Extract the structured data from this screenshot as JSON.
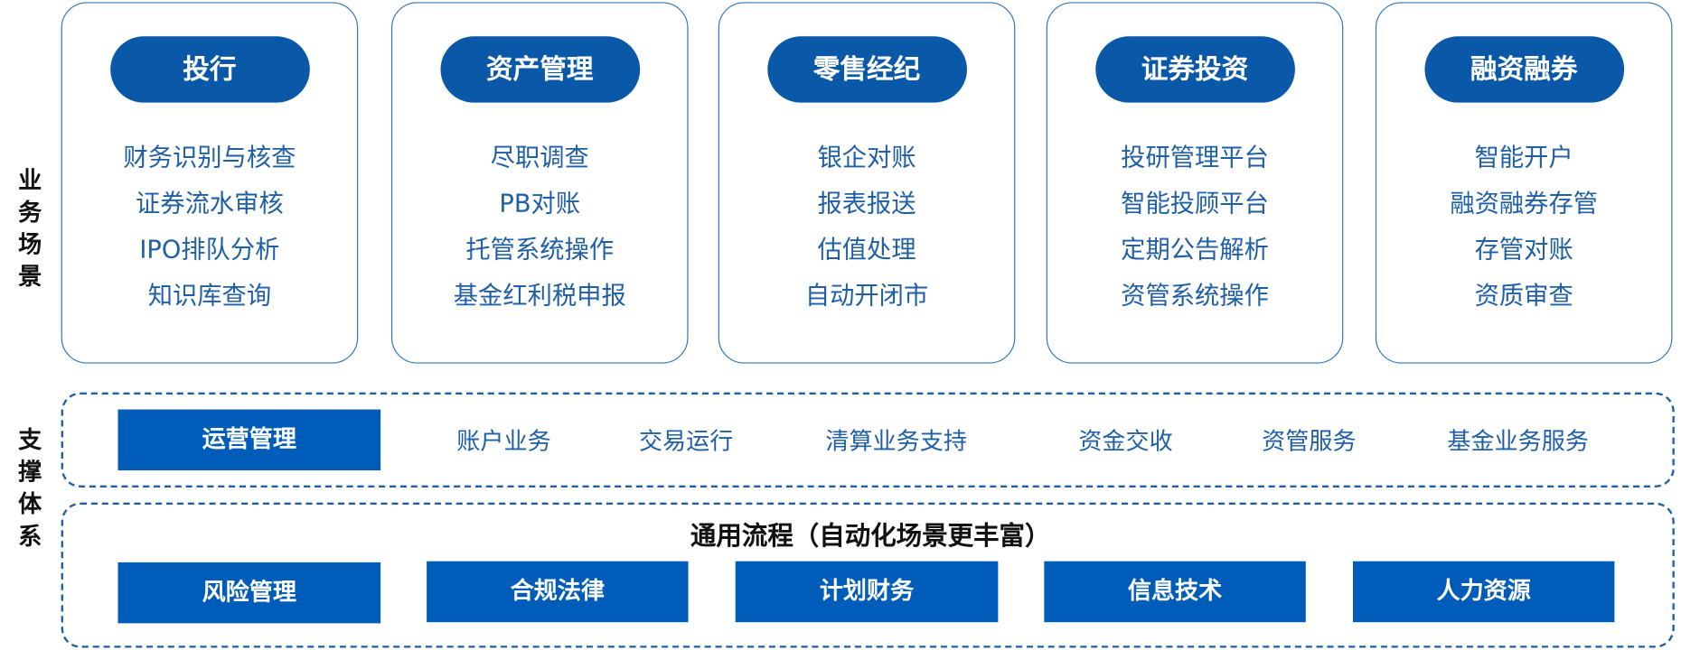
{
  "side_labels": {
    "business": "业务场景",
    "support": "支撑体系"
  },
  "cards": [
    {
      "title": "投行",
      "items": [
        "财务识别与核查",
        "证券流水审核",
        "IPO排队分析",
        "知识库查询"
      ]
    },
    {
      "title": "资产管理",
      "items": [
        "尽职调查",
        "PB对账",
        "托管系统操作",
        "基金红利税申报"
      ]
    },
    {
      "title": "零售经纪",
      "items": [
        "银企对账",
        "报表报送",
        "估值处理",
        "自动开闭市"
      ]
    },
    {
      "title": "证券投资",
      "items": [
        "投研管理平台",
        "智能投顾平台",
        "定期公告解析",
        "资管系统操作"
      ]
    },
    {
      "title": "融资融券",
      "items": [
        "智能开户",
        "融资融券存管",
        "存管对账",
        "资质审查"
      ]
    }
  ],
  "support": {
    "highlight": "运营管理",
    "items": [
      "账户业务",
      "交易运行",
      "清算业务支持",
      "资金交收",
      "资管服务",
      "基金业务服务"
    ]
  },
  "general": {
    "title": "通用流程（自动化场景更丰富）",
    "items": [
      "风险管理",
      "合规法律",
      "计划财务",
      "信息技术",
      "人力资源"
    ]
  }
}
